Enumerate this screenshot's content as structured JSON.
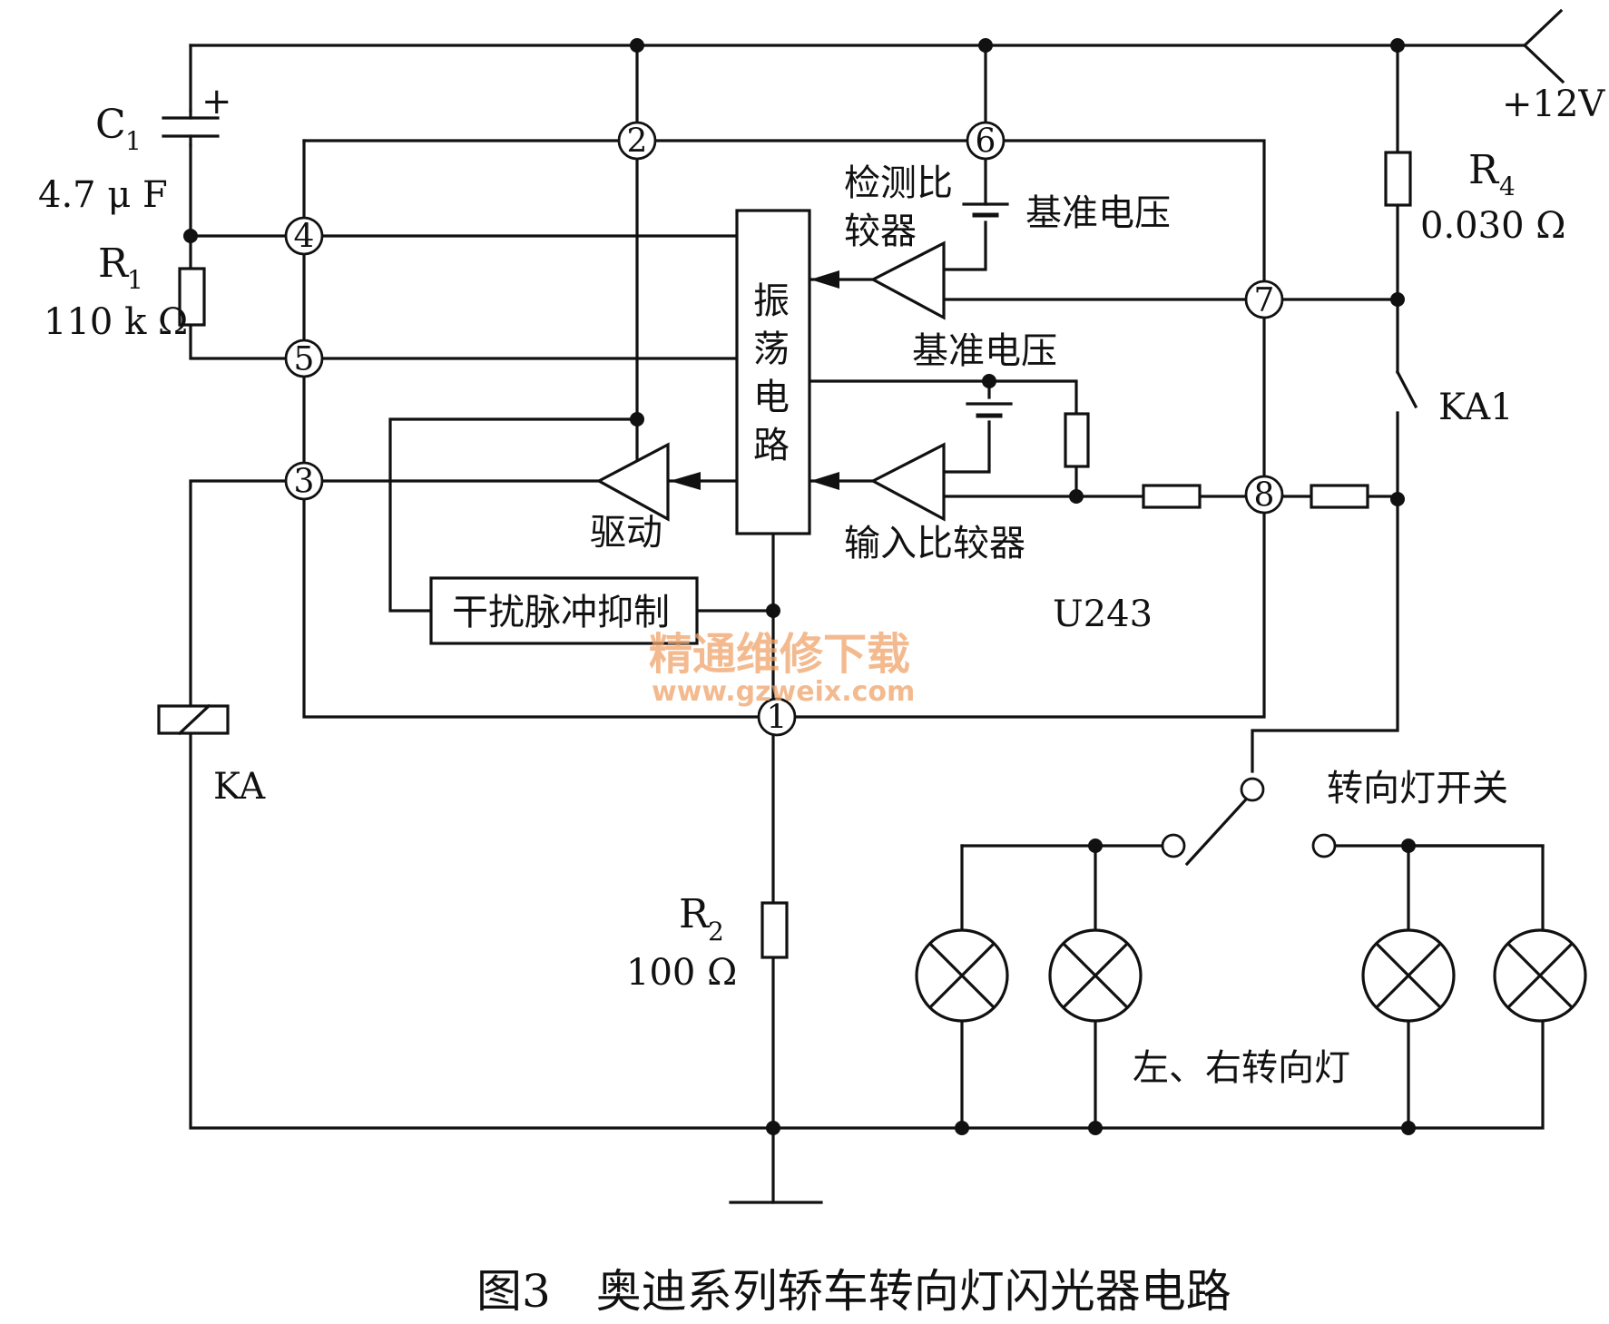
{
  "labels": {
    "c1": "C",
    "c1_sub": "1",
    "c1_value": "4.7 μ F",
    "c1_plus": "+",
    "r1": "R",
    "r1_sub": "1",
    "r1_value": "110 k Ω",
    "r2": "R",
    "r2_sub": "2",
    "r2_value": "100 Ω",
    "r4": "R",
    "r4_sub": "4",
    "r4_value": "0.030 Ω",
    "supply": "+12V",
    "ka1": "KA1",
    "ka": "KA",
    "detect_comparator_line1": "检测比",
    "detect_comparator_line2": "较器",
    "ref_voltage_1": "基准电压",
    "ref_voltage_2": "基准电压",
    "oscillator_1": "振",
    "oscillator_2": "荡",
    "oscillator_3": "电",
    "oscillator_4": "路",
    "driver": "驱动",
    "input_comparator": "输入比较器",
    "interference_suppression": "干扰脉冲抑制",
    "ic_name": "U243",
    "turn_switch": "转向灯开关",
    "turn_lamps": "左、右转向灯",
    "caption": "图3　奥迪系列轿车转向灯闪光器电路"
  },
  "pins": [
    "1",
    "2",
    "3",
    "4",
    "5",
    "6",
    "7",
    "8"
  ],
  "watermark": {
    "line1": "精通维修下载",
    "line2": "www.gzweix.com"
  },
  "colors": {
    "ink": "#111111",
    "background": "#ffffff",
    "watermark": "#f0a36a"
  }
}
